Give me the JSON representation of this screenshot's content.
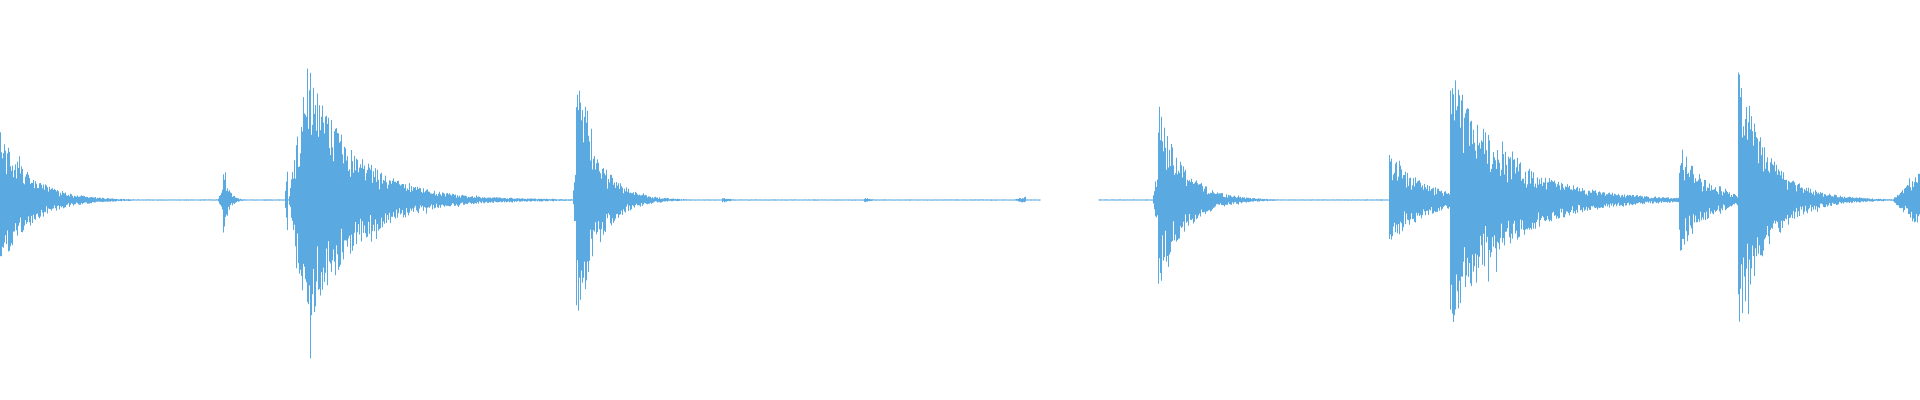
{
  "waveform": {
    "color": "#5aaae1",
    "background": "#ffffff",
    "amplitude_range": [
      -1,
      1
    ],
    "duration_fraction_range": [
      0,
      1
    ],
    "events": [
      {
        "t": 0.0,
        "pre": 0.0,
        "peak": 0.42,
        "decay": 0.035,
        "rise": 0.0,
        "tail": 0.015
      },
      {
        "t": 0.116,
        "pre": 0.003,
        "peak": 0.22,
        "decay": 0.006,
        "rise": 0.0,
        "tail": 0.0
      },
      {
        "t": 0.15,
        "pre": 0.002,
        "peak": 0.82,
        "decay": 0.055,
        "rise": 0.01,
        "tail": 0.0
      },
      {
        "t": 0.225,
        "pre": 0.0,
        "peak": 0.05,
        "decay": 0.07,
        "rise": 0.0,
        "tail": 0.0
      },
      {
        "t": 0.3,
        "pre": 0.002,
        "peak": 0.78,
        "decay": 0.025,
        "rise": 0.0,
        "tail": 0.008
      },
      {
        "t": 0.376,
        "pre": 0.0,
        "peak": 0.018,
        "decay": 0.01,
        "rise": 0.0,
        "tail": 0.0
      },
      {
        "t": 0.45,
        "pre": 0.0,
        "peak": 0.016,
        "decay": 0.008,
        "rise": 0.0,
        "tail": 0.0
      },
      {
        "t": 0.526,
        "pre": 0.0,
        "peak": 0.022,
        "decay": 0.0,
        "rise": 0.008,
        "tail": 0.0
      },
      {
        "t": 0.603,
        "pre": 0.003,
        "peak": 0.62,
        "decay": 0.028,
        "rise": 0.0,
        "tail": 0.02
      },
      {
        "t": 0.723,
        "pre": 0.0,
        "peak": 0.3,
        "decay": 0.04,
        "rise": 0.0,
        "tail": 0.0
      },
      {
        "t": 0.755,
        "pre": 0.0,
        "peak": 0.8,
        "decay": 0.065,
        "rise": 0.0,
        "tail": 0.015
      },
      {
        "t": 0.874,
        "pre": 0.0,
        "peak": 0.36,
        "decay": 0.03,
        "rise": 0.0,
        "tail": 0.0
      },
      {
        "t": 0.905,
        "pre": 0.0,
        "peak": 0.8,
        "decay": 0.035,
        "rise": 0.0,
        "tail": 0.015
      },
      {
        "t": 0.985,
        "pre": 0.0,
        "peak": 0.24,
        "decay": 0.02,
        "rise": 0.02,
        "tail": 0.0
      }
    ],
    "silent_gaps": [
      [
        0.542,
        0.572
      ]
    ]
  }
}
